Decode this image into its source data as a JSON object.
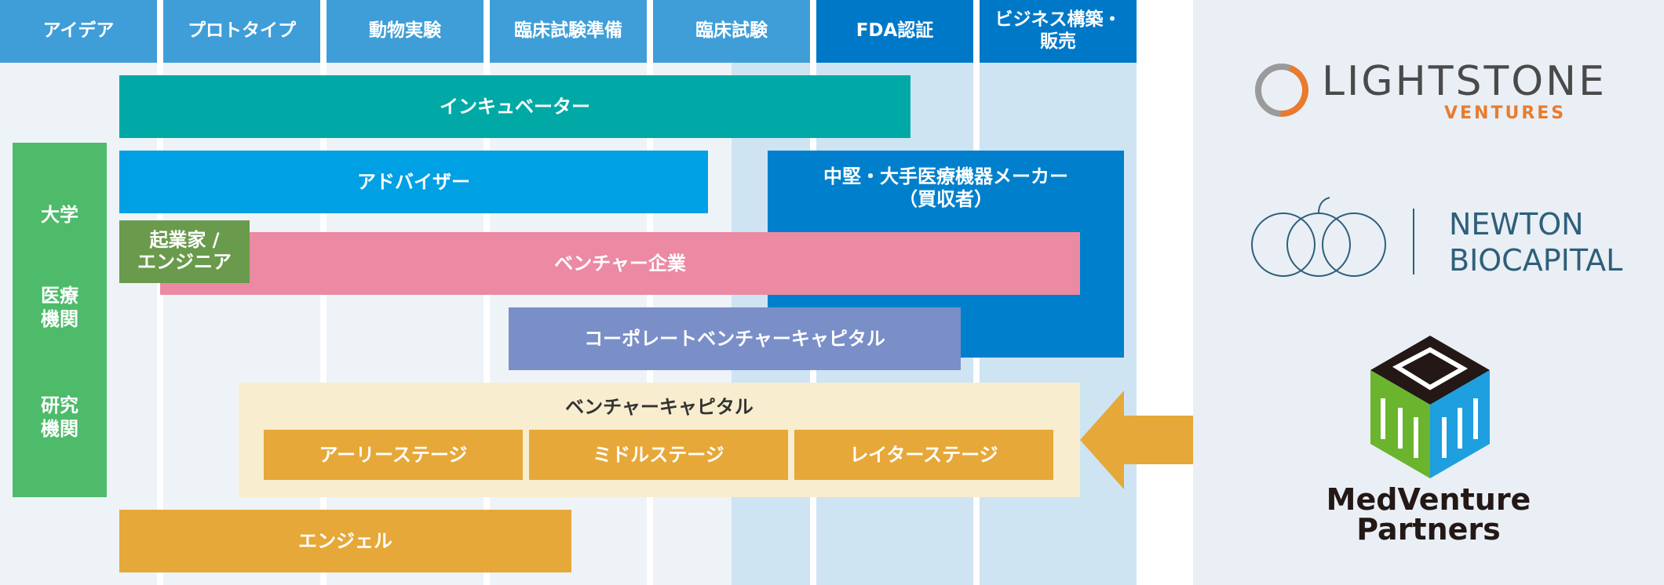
{
  "stages": [
    "アイデア",
    "プロトタイプ",
    "動物実験",
    "臨床試験準備",
    "臨床試験",
    "FDA認証",
    "ビジネス構築・\n販売"
  ],
  "blocks": {
    "incubator": "インキュベーター",
    "advisor": "アドバイザー",
    "manufacturer": "中堅・大手医療機器メーカー\n（買収者）",
    "entrepreneur": "起業家 /\nエンジニア",
    "venture_company": "ベンチャー企業",
    "cvc": "コーポレートベンチャーキャピタル",
    "vc_title": "ベンチャーキャピタル",
    "vc_stages": [
      "アーリーステージ",
      "ミドルステージ",
      "レイターステージ"
    ],
    "angel": "エンジェル"
  },
  "stakeholders": [
    "大学",
    "医療\n機関",
    "研究\n機関"
  ],
  "logos": {
    "lightstone": {
      "name": "LIGHTSTONE",
      "sub": "VENTURES"
    },
    "newton": {
      "line1": "NEWTON",
      "line2": "BIOCAPITAL"
    },
    "medventure": {
      "line1": "MedVenture",
      "line2": "Partners"
    }
  },
  "colors": {
    "stage": "#3f9ed8",
    "stage_dark": "#0078c8",
    "incubator": "#00a9a6",
    "advisor": "#00a0e4",
    "manufacturer": "#0080cc",
    "entrepreneur": "#6a9a4c",
    "venture_company": "#ec89a3",
    "cvc": "#7a8fc8",
    "vc_bg": "#f8edcf",
    "vc_stage": "#e6a838",
    "angel": "#e6a838",
    "stakeholder": "#4dbb6a",
    "arrow": "#e6a838"
  }
}
